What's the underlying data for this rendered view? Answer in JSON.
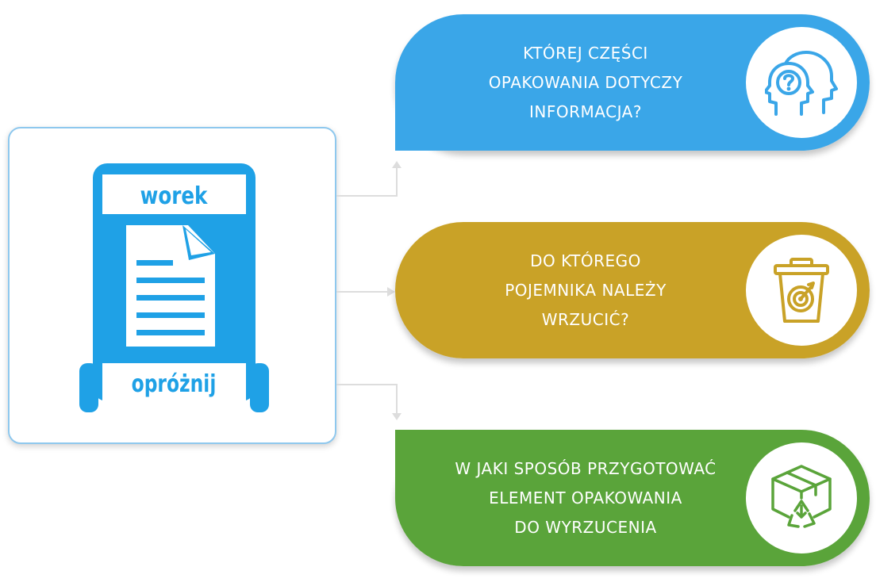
{
  "label": {
    "top_text": "worek",
    "bottom_text": "opróżnij"
  },
  "questions": [
    {
      "text": "KTÓREJ CZĘŚCI\nOPAKOWANIA DOTYCZY\nINFORMACJA?",
      "color": "#3aa6e8",
      "icon": "head-question-icon"
    },
    {
      "text": "DO KTÓREGO\nPOJEMNIKA NALEŻY\nWRZUCIĆ?",
      "color": "#c9a227",
      "icon": "bin-target-icon"
    },
    {
      "text": "W JAKI SPOSÓB  PRZYGOTOWAĆ\nELEMENT OPAKOWANIA\nDO WYRZUCENIA",
      "color": "#5aa43a",
      "icon": "box-recycle-icon"
    }
  ],
  "colors": {
    "label_blue": "#1fa1e6",
    "connector": "#dddddd"
  }
}
